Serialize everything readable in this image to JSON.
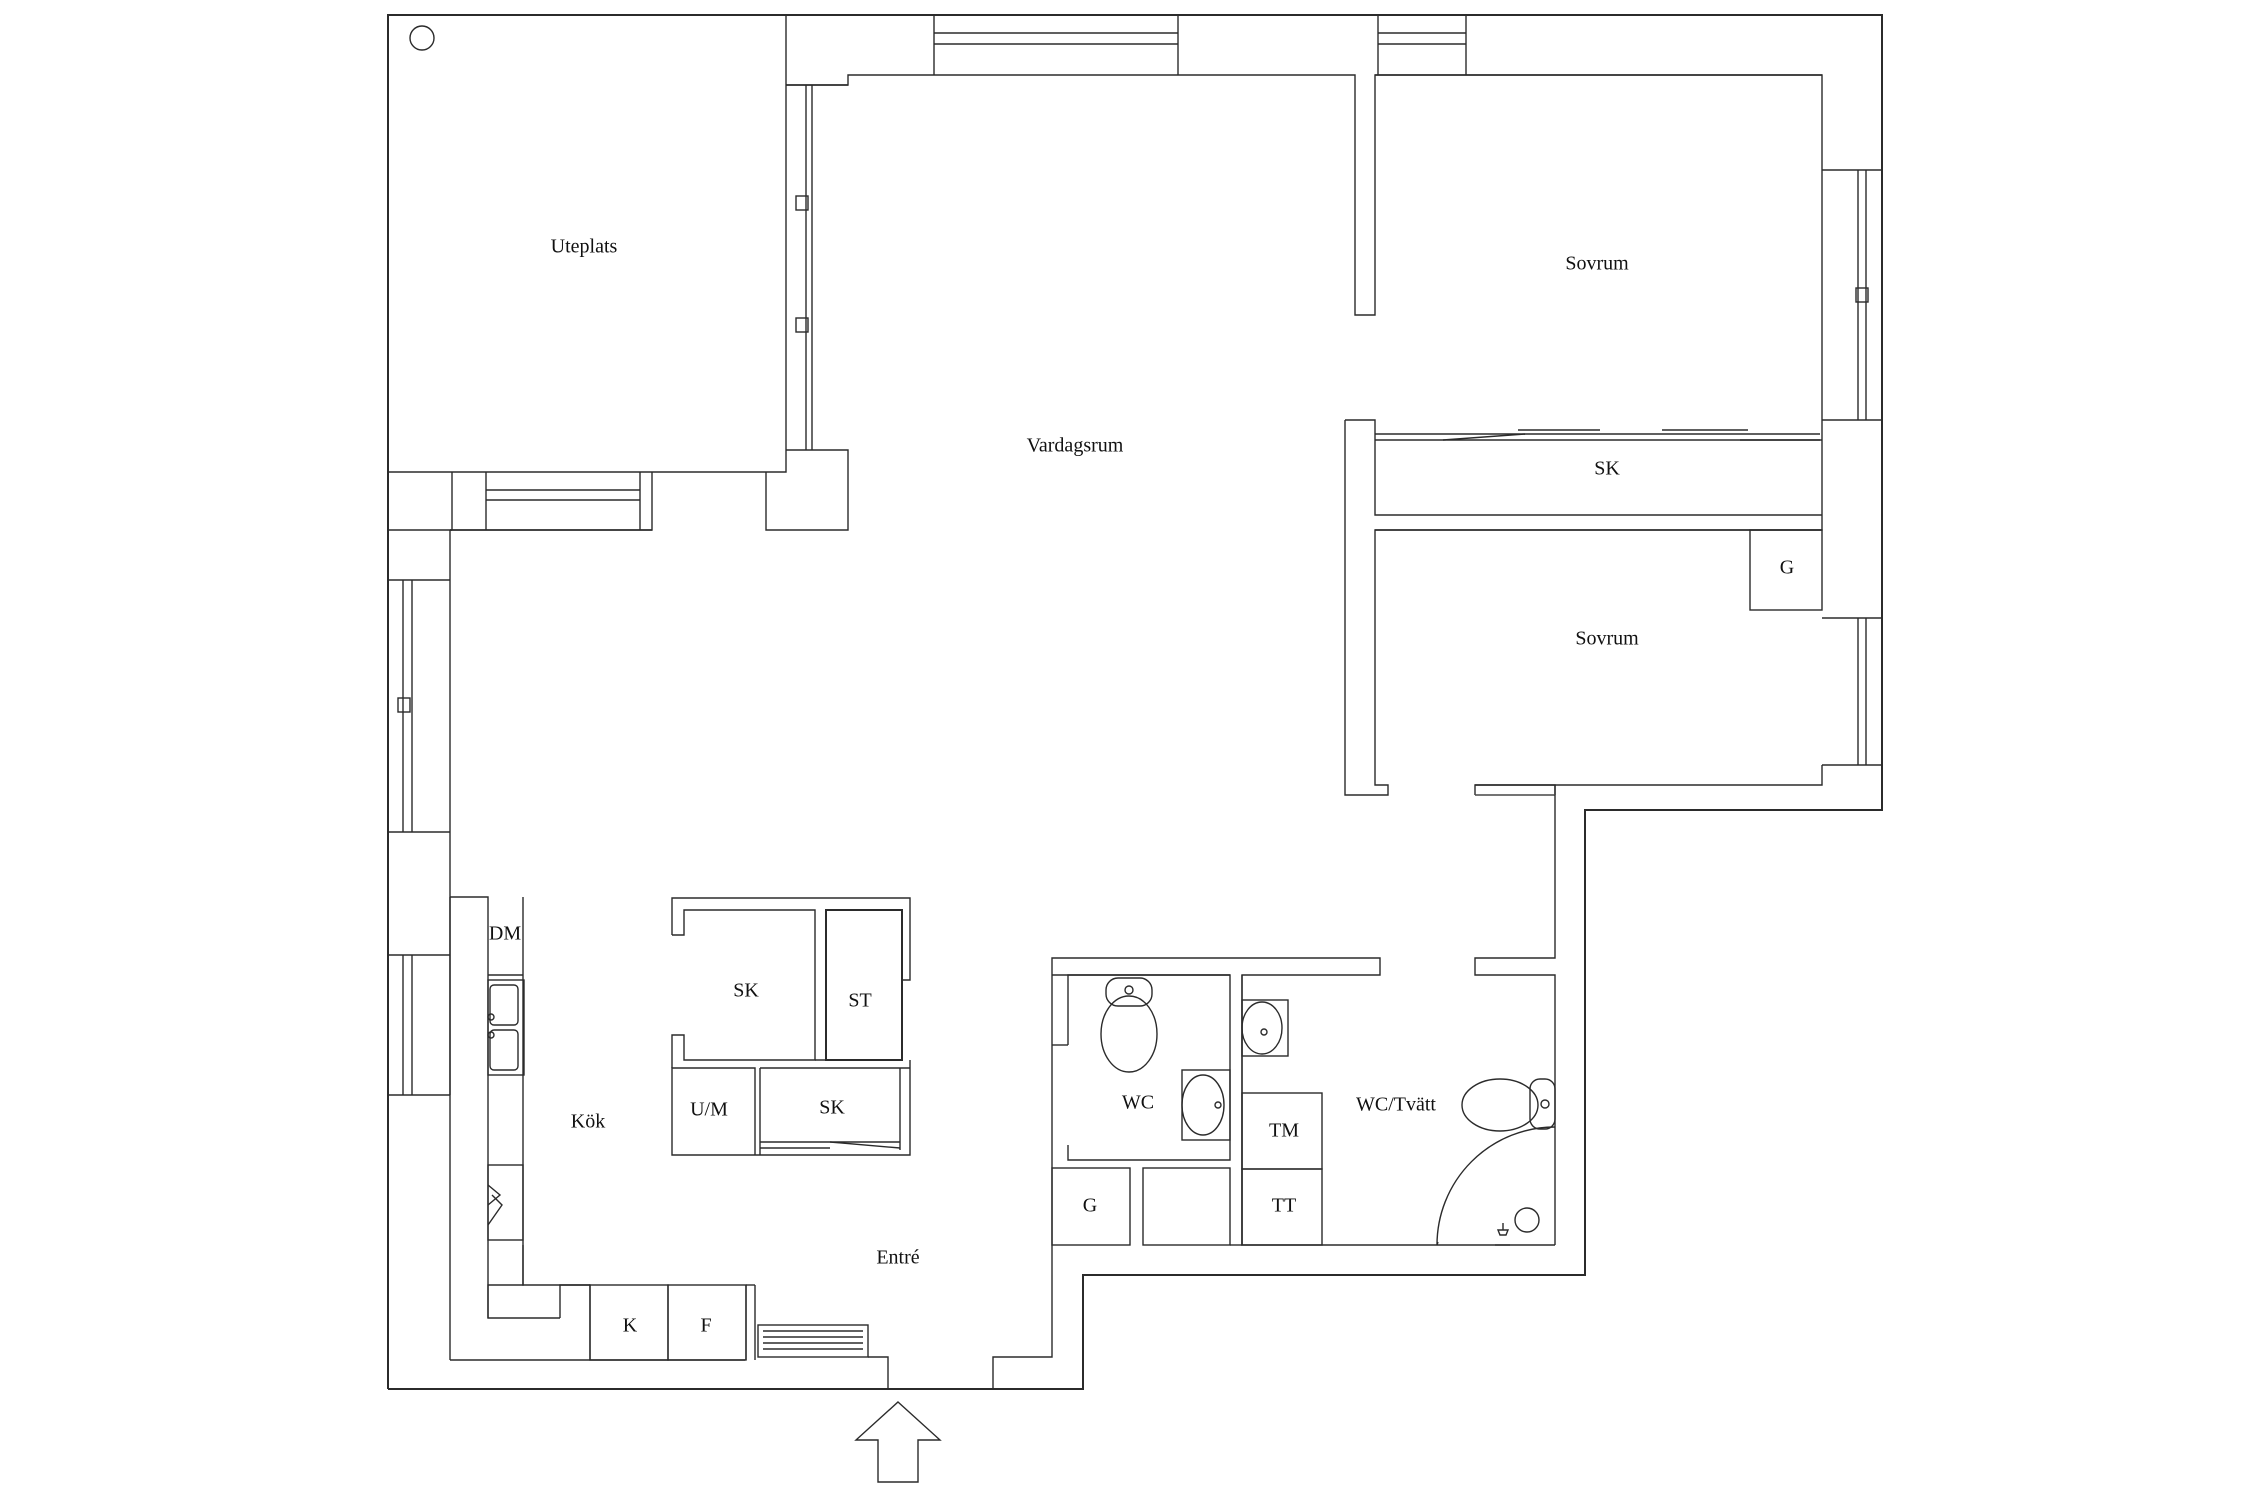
{
  "rooms": {
    "uteplats": "Uteplats",
    "vardagsrum": "Vardagsrum",
    "sovrum_1": "Sovrum",
    "sovrum_2": "Sovrum",
    "sk_bedroom": "SK",
    "g_bedroom": "G",
    "kok": "Kök",
    "entre": "Entré",
    "dm": "DM",
    "sk_island_top": "SK",
    "st": "ST",
    "um": "U/M",
    "sk_island_bottom": "SK",
    "k": "K",
    "f": "F",
    "wc": "WC",
    "g_hall": "G",
    "wc_tvatt": "WC/Tvätt",
    "tm": "TM",
    "tt": "TT"
  }
}
